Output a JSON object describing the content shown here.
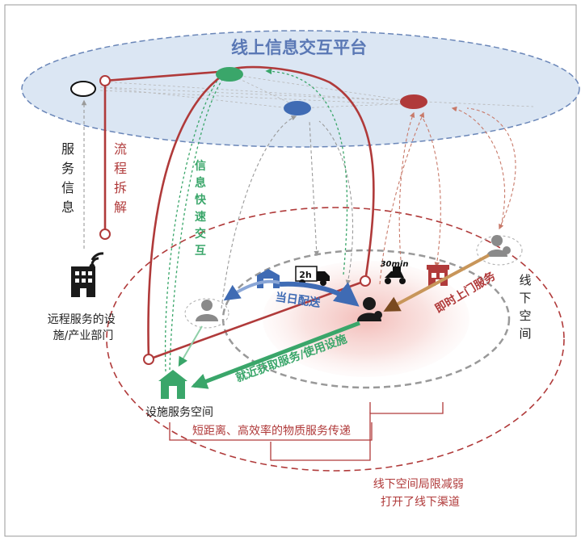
{
  "platform": {
    "title": "线上信息交互平台"
  },
  "labels": {
    "service_info": "服务信息",
    "process_split": "流程拆解",
    "info_fast": "信息快速交互",
    "same_day": "当日配送",
    "instant_home": "即时上门服务",
    "nearby": "就近获取服务/使用设施",
    "remote_1": "远程服务的设",
    "remote_2": "施/产业部门",
    "facility": "设施服务空间",
    "offline_space": "线下空间",
    "short_dist": "短距离、高效率的物质服务传递",
    "weaken_1": "线下空间局限减弱",
    "weaken_2": "打开了线下渠道",
    "badge_2h": "2h",
    "badge_30min": "30min"
  },
  "colors": {
    "platform_fill": "#dbe6f3",
    "platform_stroke": "#6a86b8",
    "dark_red": "#b03a3a",
    "green": "#3aa66a",
    "blue": "#3f6bb4",
    "gray": "#9a9a9a",
    "brown": "#c8965a"
  },
  "icons": [
    "building-icon",
    "wifi-icon",
    "warehouse-icon",
    "delivery-truck-icon",
    "scooter-icon",
    "shop-icon",
    "house-icon",
    "person-icon"
  ]
}
